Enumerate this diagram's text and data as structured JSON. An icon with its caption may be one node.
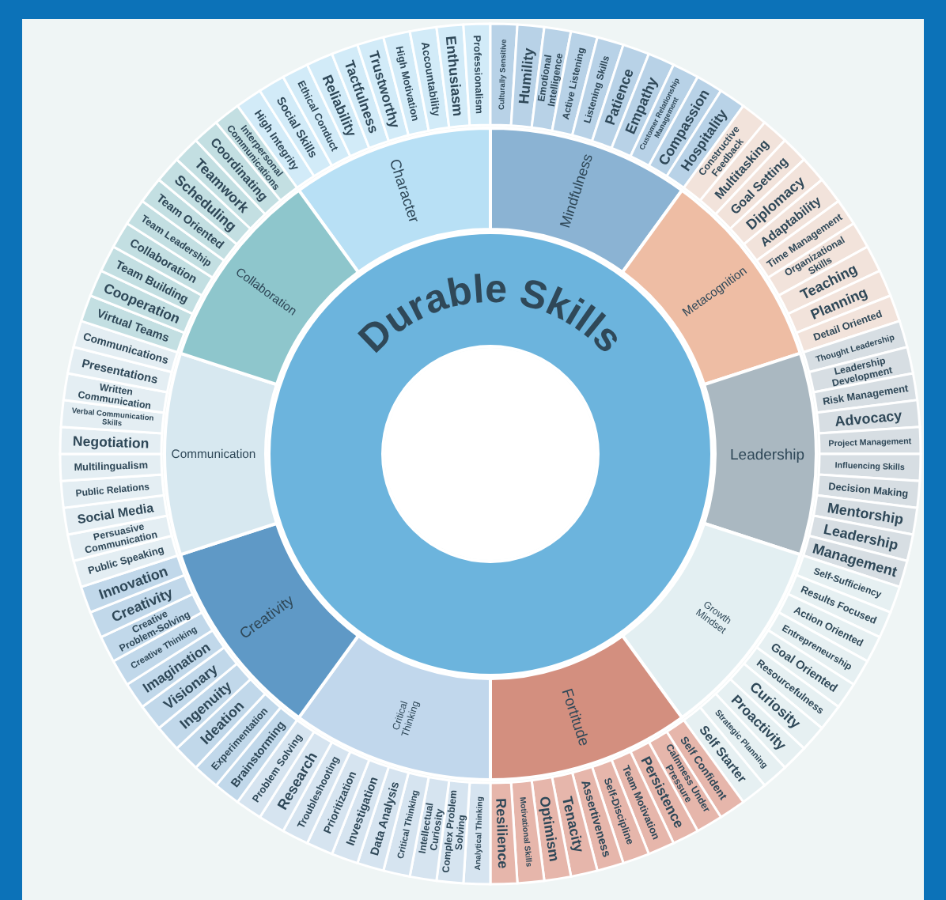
{
  "diagram": {
    "nodes": [
      {
        "text": [
          "Durable Skills"
        ]
      },
      {
        "text": [
          "Character"
        ]
      },
      {
        "text": [
          "High Integrity"
        ]
      },
      {
        "text": [
          "Social Skills"
        ]
      },
      {
        "text": [
          "Ethical Conduct"
        ]
      },
      {
        "text": [
          "Reliability"
        ]
      },
      {
        "text": [
          "Tactfulness"
        ]
      },
      {
        "text": [
          "Trustworthy"
        ]
      },
      {
        "text": [
          "High Motivation"
        ]
      },
      {
        "text": [
          "Accountability"
        ]
      },
      {
        "text": [
          "Enthusiasm"
        ]
      },
      {
        "text": [
          "Professionalism"
        ]
      },
      {
        "text": [
          "Mindfulness"
        ]
      },
      {
        "text": [
          "Culturally Sensitive"
        ]
      },
      {
        "text": [
          "Humility"
        ]
      },
      {
        "text": [
          "Emotional Intelligence"
        ]
      },
      {
        "text": [
          "Active Listening"
        ]
      },
      {
        "text": [
          "Listening Skills"
        ]
      },
      {
        "text": [
          "Patience"
        ]
      },
      {
        "text": [
          "Empathy"
        ]
      },
      {
        "text": [
          "Customer Relationship Management"
        ]
      },
      {
        "text": [
          "Compassion"
        ]
      },
      {
        "text": [
          "Hospitality"
        ]
      },
      {
        "text": [
          "Metacognition"
        ]
      },
      {
        "text": [
          "Constructive Feedback"
        ]
      },
      {
        "text": [
          "Multitasking"
        ]
      },
      {
        "text": [
          "Goal Setting"
        ]
      },
      {
        "text": [
          "Diplomacy"
        ]
      },
      {
        "text": [
          "Adaptability"
        ]
      },
      {
        "text": [
          "Time Management"
        ]
      },
      {
        "text": [
          "Organizational Skills"
        ]
      },
      {
        "text": [
          "Teaching"
        ]
      },
      {
        "text": [
          "Planning"
        ]
      },
      {
        "text": [
          "Detail Oriented"
        ]
      },
      {
        "text": [
          "Leadership"
        ]
      },
      {
        "text": [
          "Thought Leadership"
        ]
      },
      {
        "text": [
          "Leadership Development"
        ]
      },
      {
        "text": [
          "Risk Management"
        ]
      },
      {
        "text": [
          "Advocacy"
        ]
      },
      {
        "text": [
          "Project Management"
        ]
      },
      {
        "text": [
          "Influencing Skills"
        ]
      },
      {
        "text": [
          "Decision Making"
        ]
      },
      {
        "text": [
          "Mentorship"
        ]
      },
      {
        "text": [
          "Leadership"
        ]
      },
      {
        "text": [
          "Management"
        ]
      },
      {
        "text": [
          "Growth Mindset"
        ]
      },
      {
        "text": [
          "Self-Sufficiency"
        ]
      },
      {
        "text": [
          "Results Focused"
        ]
      },
      {
        "text": [
          "Action Oriented"
        ]
      },
      {
        "text": [
          "Entrepreneurship"
        ]
      },
      {
        "text": [
          "Goal Oriented"
        ]
      },
      {
        "text": [
          "Resourcefulness"
        ]
      },
      {
        "text": [
          "Curiosity"
        ]
      },
      {
        "text": [
          "Proactivity"
        ]
      },
      {
        "text": [
          "Strategic Planning"
        ]
      },
      {
        "text": [
          "Self Starter"
        ]
      },
      {
        "text": [
          "Fortitude"
        ]
      },
      {
        "text": [
          "Self Confident"
        ]
      },
      {
        "text": [
          "Calmness Under Pressure"
        ]
      },
      {
        "text": [
          "Persistence"
        ]
      },
      {
        "text": [
          "Team Motivation"
        ]
      },
      {
        "text": [
          "Self-Discipline"
        ]
      },
      {
        "text": [
          "Assertiveness"
        ]
      },
      {
        "text": [
          "Tenacity"
        ]
      },
      {
        "text": [
          "Optimism"
        ]
      },
      {
        "text": [
          "Motivational Skills"
        ]
      },
      {
        "text": [
          "Resilience"
        ]
      },
      {
        "text": [
          "Critical Thinking"
        ]
      },
      {
        "text": [
          "Analytical Thinking"
        ]
      },
      {
        "text": [
          "Complex Problem Solving"
        ]
      },
      {
        "text": [
          "Intellectual Curiosity"
        ]
      },
      {
        "text": [
          "Critical Thinking"
        ]
      },
      {
        "text": [
          "Data Analysis"
        ]
      },
      {
        "text": [
          "Investigation"
        ]
      },
      {
        "text": [
          "Prioritization"
        ]
      },
      {
        "text": [
          "Troubleshooting"
        ]
      },
      {
        "text": [
          "Research"
        ]
      },
      {
        "text": [
          "Problem Solving"
        ]
      },
      {
        "text": [
          "Creativity"
        ]
      },
      {
        "text": [
          "Brainstorming"
        ]
      },
      {
        "text": [
          "Experimentation"
        ]
      },
      {
        "text": [
          "Ideation"
        ]
      },
      {
        "text": [
          "Ingenuity"
        ]
      },
      {
        "text": [
          "Visionary"
        ]
      },
      {
        "text": [
          "Imagination"
        ]
      },
      {
        "text": [
          "Creative Thinking"
        ]
      },
      {
        "text": [
          "Creative Problem-Solving"
        ]
      },
      {
        "text": [
          "Creativity"
        ]
      },
      {
        "text": [
          "Innovation"
        ]
      },
      {
        "text": [
          "Communication"
        ]
      },
      {
        "text": [
          "Public Speaking"
        ]
      },
      {
        "text": [
          "Persuasive Communication"
        ]
      },
      {
        "text": [
          "Social Media"
        ]
      },
      {
        "text": [
          "Public Relations"
        ]
      },
      {
        "text": [
          "Multilingualism"
        ]
      },
      {
        "text": [
          "Negotiation"
        ]
      },
      {
        "text": [
          "Verbal Communication Skills"
        ]
      },
      {
        "text": [
          "Written Communication"
        ]
      },
      {
        "text": [
          "Presentations"
        ]
      },
      {
        "text": [
          "Communications"
        ]
      },
      {
        "text": [
          "Collaboration"
        ]
      },
      {
        "text": [
          "Virtual Teams"
        ]
      },
      {
        "text": [
          "Cooperation"
        ]
      },
      {
        "text": [
          "Team Building"
        ]
      },
      {
        "text": [
          "Collaboration"
        ]
      },
      {
        "text": [
          "Team Leadership"
        ]
      },
      {
        "text": [
          "Team Oriented"
        ]
      },
      {
        "text": [
          "Scheduling"
        ]
      },
      {
        "text": [
          "Teamwork"
        ]
      },
      {
        "text": [
          "Coordinating"
        ]
      },
      {
        "text": [
          "Interpersonal Communications"
        ]
      }
    ]
  }
}
